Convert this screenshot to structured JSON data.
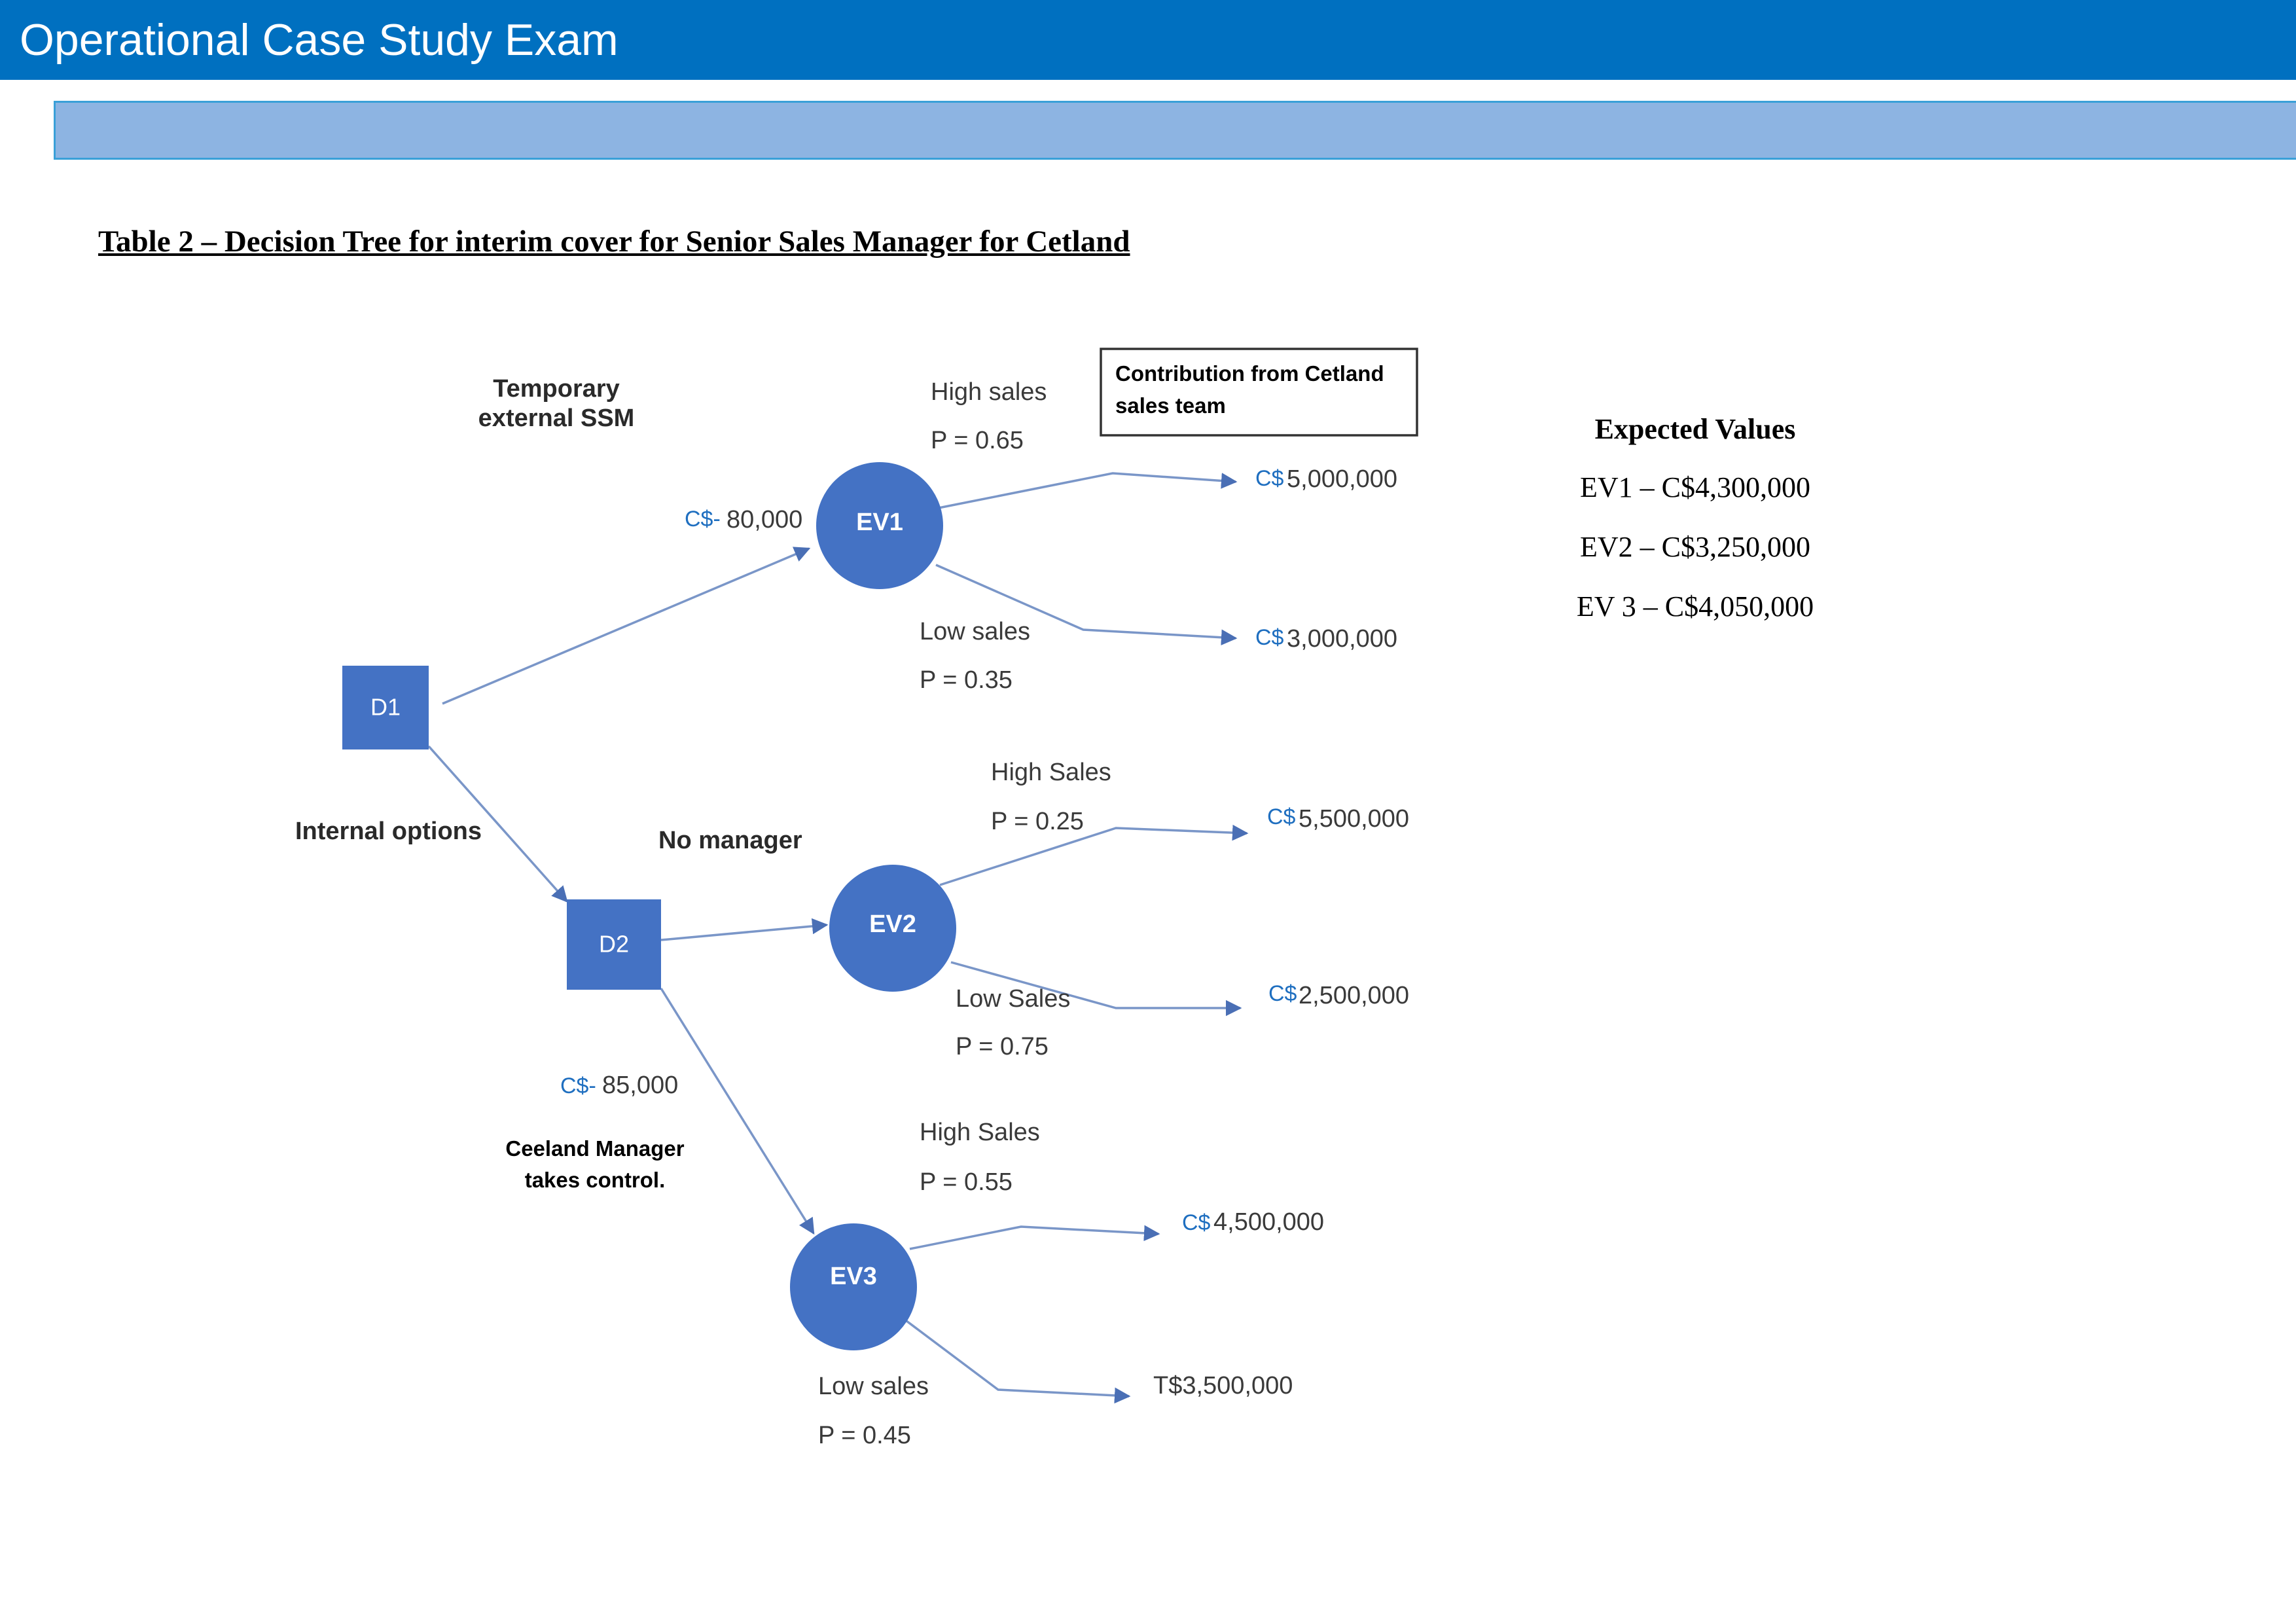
{
  "header": {
    "title": "Operational Case Study Exam"
  },
  "table_heading": "Table 2 – Decision Tree for interim cover for Senior Sales Manager for Cetland",
  "expected_values": {
    "title": "Expected Values",
    "items": [
      "EV1 – C$4,300,000",
      "EV2 – C$3,250,000",
      "EV 3 – C$4,050,000"
    ]
  },
  "diagram": {
    "colors": {
      "node_fill": "#4472c4",
      "edge": "#7a96c8",
      "currency": "#1f6fc0"
    },
    "nodes": {
      "d1": "D1",
      "d2": "D2",
      "ev1": "EV1",
      "ev2": "EV2",
      "ev3": "EV3"
    },
    "option_labels": {
      "temporary_line1": "Temporary",
      "temporary_line2": "external SSM",
      "internal": "Internal options",
      "no_manager": "No manager",
      "ceeland_line1": "Ceeland Manager",
      "ceeland_line2": "takes control."
    },
    "costs": {
      "temporary_prefix": "C$-",
      "temporary_amount": "80,000",
      "ceeland_prefix": "C$-",
      "ceeland_amount": "85,000"
    },
    "contribution_box": {
      "line1": "Contribution from Cetland",
      "line2": "sales team"
    },
    "branches": {
      "ev1_high_label": "High sales",
      "ev1_high_p": "P = 0.65",
      "ev1_high_cur": "C$",
      "ev1_high_val": "5,000,000",
      "ev1_low_label": "Low sales",
      "ev1_low_p": "P = 0.35",
      "ev1_low_cur": "C$",
      "ev1_low_val": "3,000,000",
      "ev2_high_label": "High Sales",
      "ev2_high_p": "P = 0.25",
      "ev2_high_cur": "C$",
      "ev2_high_val": "5,500,000",
      "ev2_low_label": "Low Sales",
      "ev2_low_p": "P = 0.75",
      "ev2_low_cur": "C$",
      "ev2_low_val": "2,500,000",
      "ev3_high_label": "High Sales",
      "ev3_high_p": "P = 0.55",
      "ev3_high_cur": "C$",
      "ev3_high_val": "4,500,000",
      "ev3_low_label": "Low sales",
      "ev3_low_p": "P = 0.45",
      "ev3_low_val": "T$3,500,000"
    }
  }
}
